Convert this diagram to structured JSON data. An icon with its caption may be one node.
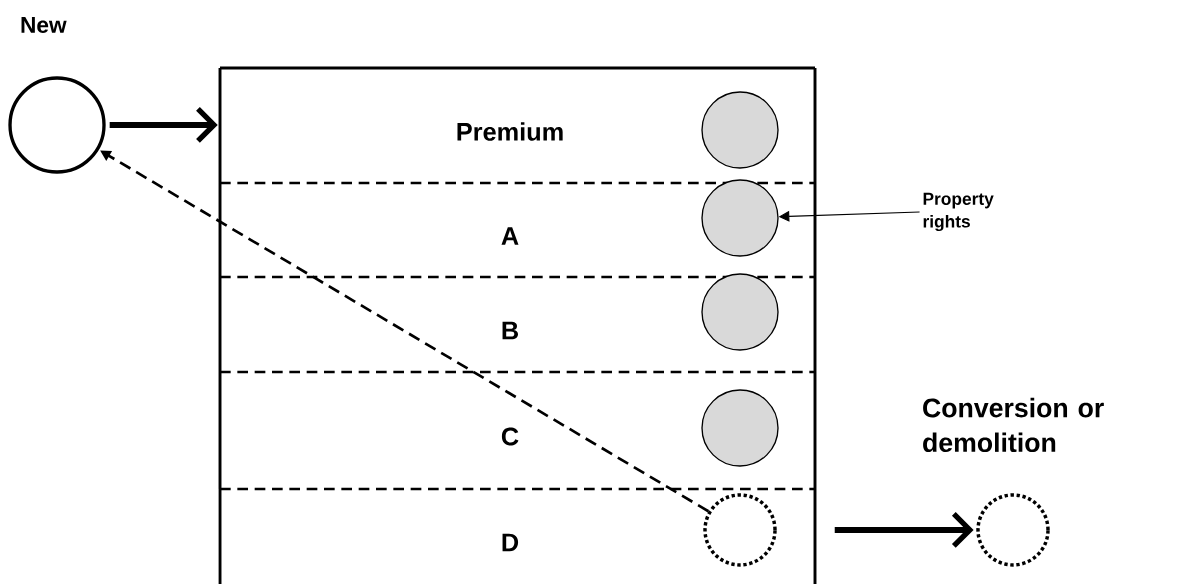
{
  "diagram": {
    "nodes": [
      {
        "text": [
          "New"
        ]
      },
      {
        "text": [
          "Premium"
        ]
      },
      {
        "text": [
          "A"
        ]
      },
      {
        "text": [
          "B"
        ]
      },
      {
        "text": [
          "C"
        ]
      },
      {
        "text": [
          "D"
        ]
      },
      {
        "text": [],
        "shape": "circle",
        "in": 1
      },
      {
        "text": [],
        "shape": "circle",
        "in": 2
      },
      {
        "text": [],
        "shape": "circle",
        "in": 3
      },
      {
        "text": [],
        "shape": "circle",
        "in": 4
      },
      {
        "text": [],
        "shape": "circle",
        "in": 5
      },
      {
        "text": [
          "Property rights"
        ]
      },
      {
        "text": [
          "Conversion or demolition"
        ]
      }
    ],
    "edges": [
      {
        "from": 0,
        "to": 1,
        "arrow": "to",
        "style": "thick"
      },
      {
        "from": 10,
        "to": 0,
        "arrow": "to",
        "style": "dashed"
      },
      {
        "from": 11,
        "to": 7,
        "arrow": "to"
      },
      {
        "from": 10,
        "to": 12,
        "arrow": "to",
        "style": "thick"
      }
    ]
  }
}
